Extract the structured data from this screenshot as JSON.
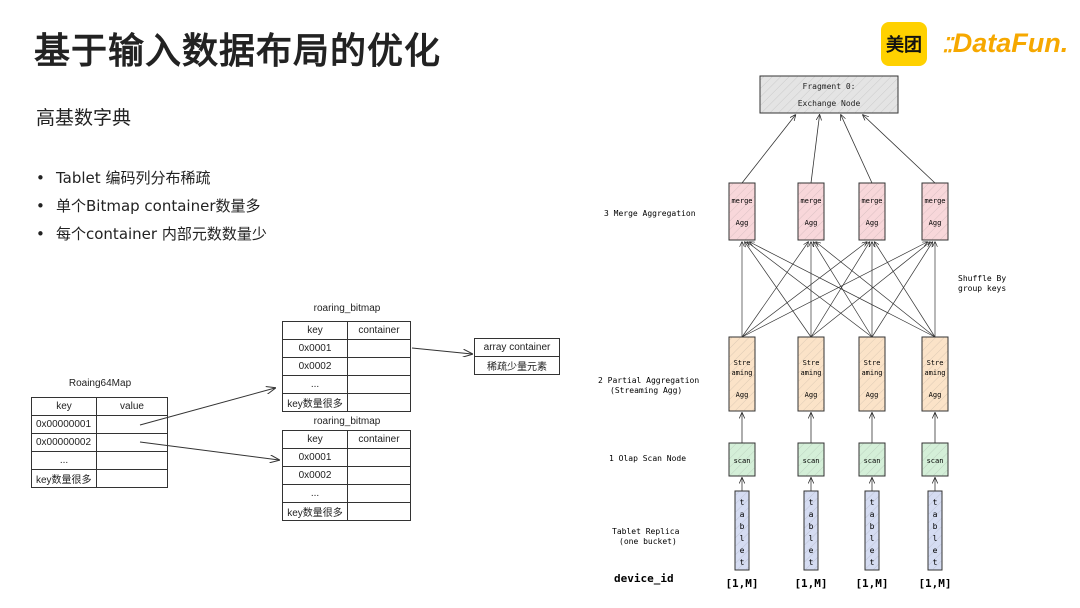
{
  "header": {
    "title": "基于输入数据布局的优化",
    "logo_meituan": "美团",
    "logo_datafun": "DataFun."
  },
  "main": {
    "subtitle": "高基数字典",
    "bullets": [
      "Tablet 编码列分布稀疏",
      "单个Bitmap container数量多",
      "每个container 内部元数数量少"
    ]
  },
  "left_diagram": {
    "roaring64": {
      "caption": "Roaing64Map",
      "headers": [
        "key",
        "value"
      ],
      "rows": [
        "0x00000001",
        "0x00000002",
        "...",
        "key数量很多"
      ]
    },
    "bitmap1": {
      "caption": "roaring_bitmap",
      "headers": [
        "key",
        "container"
      ],
      "rows": [
        "0x0001",
        "0x0002",
        "...",
        "key数量很多"
      ]
    },
    "bitmap2": {
      "caption": "roaring_bitmap",
      "headers": [
        "key",
        "container"
      ],
      "rows": [
        "0x0001",
        "0x0002",
        "...",
        "key数量很多"
      ]
    },
    "array_container": {
      "rows": [
        "array container",
        "稀疏少量元素"
      ]
    }
  },
  "right_diagram": {
    "fragment": {
      "line1": "Fragment 0:",
      "line2": "Exchange Node"
    },
    "merge_node": {
      "line1": "merge",
      "line2": "Agg"
    },
    "stream_node": {
      "line1": "Stre",
      "line2": "aming",
      "line3": "Agg"
    },
    "scan_node": "scan",
    "tablet_letters": [
      "t",
      "a",
      "b",
      "l",
      "e",
      "t"
    ],
    "buckets": [
      "[1,M]",
      "[1,M]",
      "[1,M]",
      "[1,M]"
    ],
    "labels": {
      "merge": "3 Merge Aggregation",
      "partial1": "2 Partial Aggregation",
      "partial2": "(Streaming Agg)",
      "scan": "1 Olap Scan Node",
      "replica1": "Tablet Replica",
      "replica2": "(one bucket)",
      "device": "device_id",
      "shuffle1": "Shuffle By",
      "shuffle2": "group keys"
    },
    "colors": {
      "fragment_fill": "#e4e4e4",
      "merge_fill": "#f8d7da",
      "stream_fill": "#fbe3c8",
      "scan_fill": "#d4efd8",
      "tablet_fill": "#d5dcf2"
    }
  }
}
